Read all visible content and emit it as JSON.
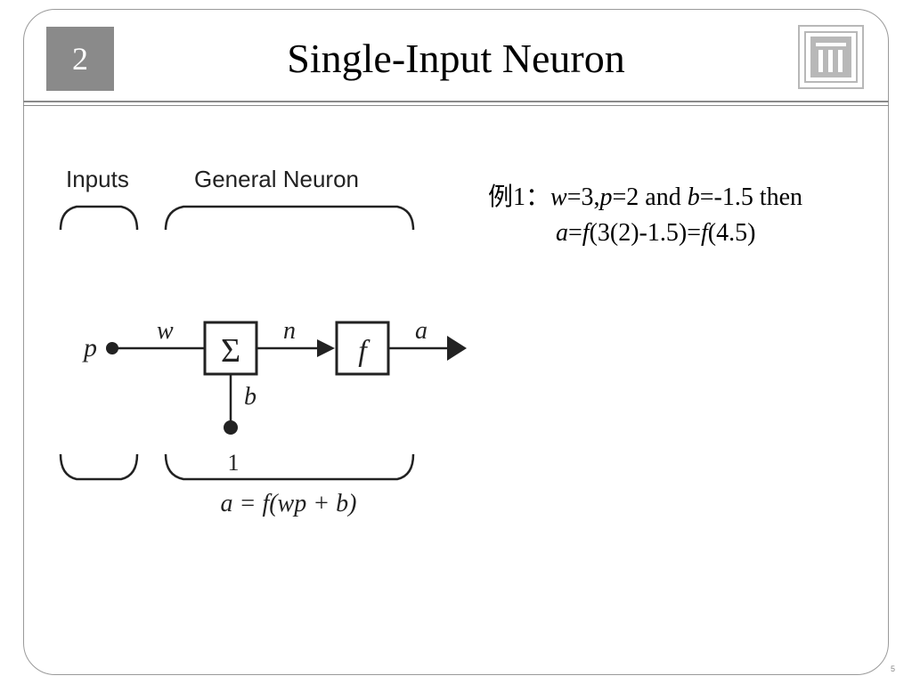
{
  "header": {
    "chapter_number": "2",
    "title": "Single-Input Neuron",
    "logo_icon": "columns-logo-icon"
  },
  "diagram": {
    "inputs_label": "Inputs",
    "neuron_label": "General Neuron",
    "input_symbol": "p",
    "weight_symbol": "w",
    "sum_symbol": "Σ",
    "net_symbol": "n",
    "transfer_symbol": "f",
    "output_symbol": "a",
    "bias_symbol": "b",
    "bias_input": "1",
    "equation": "a = f(wp + b)"
  },
  "example": {
    "prefix": "例1：",
    "w_var": "w",
    "w_val": "=3,",
    "p_var": "p",
    "p_val": "=2 and ",
    "b_var": "b",
    "b_val": "=-1.5 then",
    "a_var": "a",
    "eq": "=",
    "f1": "f",
    "mid": "(3(2)-1.5)=",
    "f2": "f",
    "end": "(4.5)"
  },
  "footer": {
    "page_number": "5"
  },
  "colors": {
    "chapter_box": "#8a8a8a",
    "rule": "#8a8a8a",
    "frame": "#9a9a9a",
    "diagram": "#222222"
  }
}
